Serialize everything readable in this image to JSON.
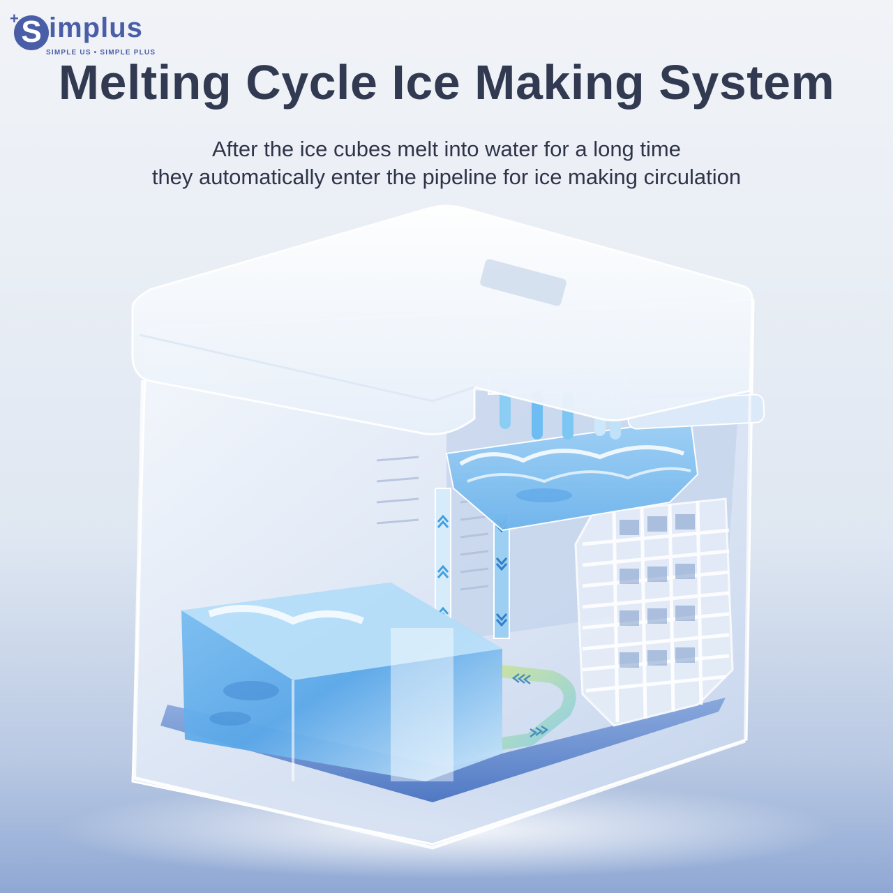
{
  "brand": {
    "plus": "+",
    "letter": "S",
    "name": "implus",
    "tagline": "SIMPLE US • SIMPLE PLUS",
    "color": "#4a5ea8"
  },
  "header": {
    "title": "Melting Cycle Ice Making System",
    "subtitle_line1": "After the ice cubes melt into water for a long time",
    "subtitle_line2": "they automatically enter the pipeline for ice making circulation",
    "title_color": "#323a52"
  },
  "diagram": {
    "product": "ice maker cutaway",
    "components": [
      "lid",
      "ice-making-tray",
      "evaporator-prongs",
      "ice-basket",
      "water-reservoir",
      "fan-grille",
      "circulation-pipe",
      "up-flow-pipe",
      "down-flow-pipe"
    ],
    "flow_colors": {
      "water": "#4aa3e6",
      "pipe_return": "#b8d98a",
      "arrows": "#3f9fe0"
    }
  }
}
